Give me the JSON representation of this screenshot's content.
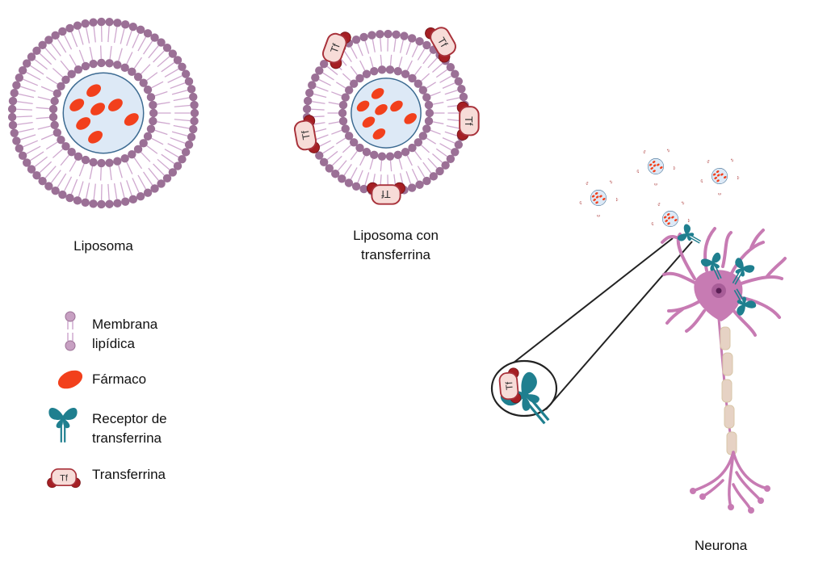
{
  "labels": {
    "liposome": "Liposoma",
    "liposome_tf_line1": "Liposoma con",
    "liposome_tf_line2": "transferrina",
    "neuron": "Neurona"
  },
  "legend": {
    "membrane_line1": "Membrana",
    "membrane_line2": "lipídica",
    "drug": "Fármaco",
    "receptor_line1": "Receptor de",
    "receptor_line2": "transferrina",
    "transferrin": "Transferrina"
  },
  "tf_badge_text": "Tf",
  "colors": {
    "lipid_head": "#9b7096",
    "lipid_tail": "#cfa8cf",
    "core_fill": "#dde9f6",
    "core_stroke": "#3d6b92",
    "drug": "#f2401c",
    "tf_fill": "#f7dcd8",
    "tf_stroke": "#a8313a",
    "tf_ball": "#a51f24",
    "receptor": "#1f7f8f",
    "neuron": "#c77bb3",
    "myelin": "#e6d2c4"
  }
}
